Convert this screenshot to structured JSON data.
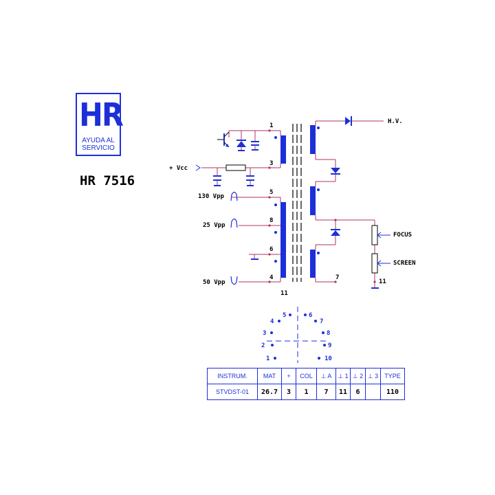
{
  "logo": {
    "mark": "HR",
    "line1": "AYUDA AL",
    "line2": "SERVICIO"
  },
  "model": "HR 7516",
  "pins": {
    "p1": "1",
    "p3": "3",
    "p5": "5",
    "p8": "8",
    "p6": "6",
    "p4": "4",
    "p7": "7",
    "p11_core": "11",
    "p11_right": "11"
  },
  "labels": {
    "vcc": "+ Vcc",
    "hv": "H.V.",
    "focus": "FOCUS",
    "screen": "SCREEN",
    "vpp130": "130 Vpp",
    "vpp25": "25 Vpp",
    "vpp50": "50 Vpp"
  },
  "connector": [
    "1",
    "2",
    "3",
    "4",
    "5",
    "6",
    "7",
    "8",
    "9",
    "10"
  ],
  "table": {
    "headers": [
      "INSTRUM.",
      "MAT",
      "+",
      "COL",
      "⊥ A",
      "⊥ 1",
      "⊥ 2",
      "⊥ 3",
      "TYPE"
    ],
    "values": [
      "STVDST-01",
      "26.7",
      "3",
      "1",
      "7",
      "11",
      "6",
      "",
      "110"
    ]
  },
  "colors": {
    "blue": "#1c2fd8",
    "wire": "#b0306a",
    "black": "#000000"
  }
}
